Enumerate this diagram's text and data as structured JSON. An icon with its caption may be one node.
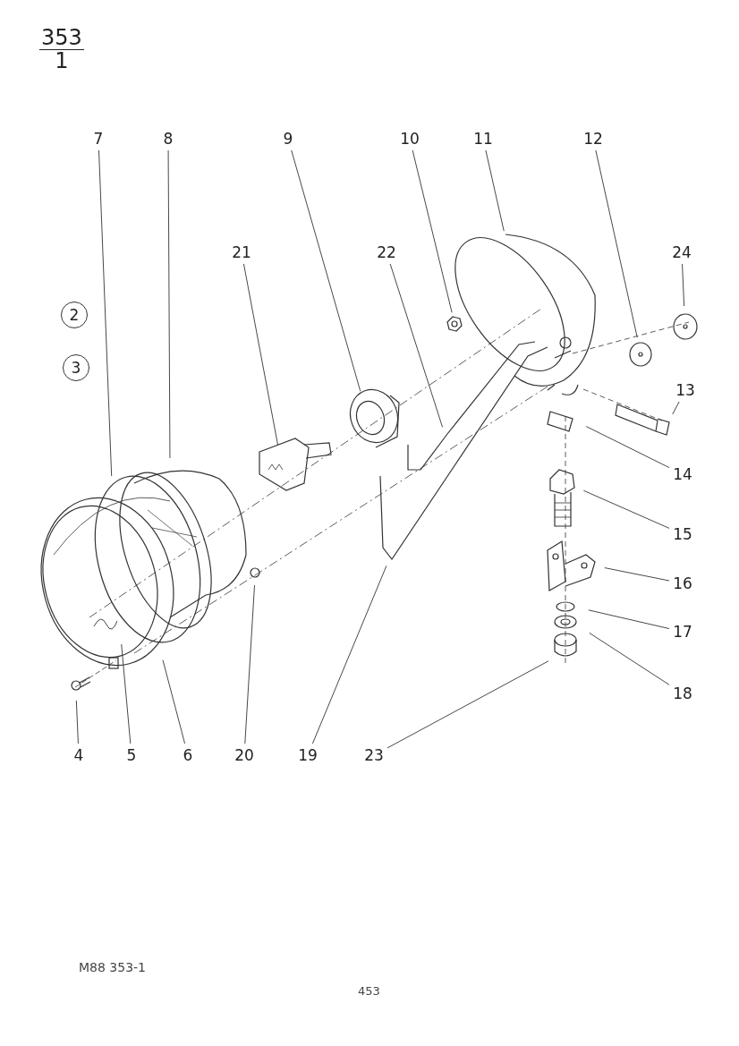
{
  "diagram": {
    "nodes": [
      {
        "text": [
          "7"
        ]
      },
      {
        "text": [
          "8"
        ]
      },
      {
        "text": [
          "9"
        ]
      },
      {
        "text": [
          "10"
        ]
      },
      {
        "text": [
          "11"
        ]
      },
      {
        "text": [
          "12"
        ]
      },
      {
        "text": [
          "21"
        ]
      },
      {
        "text": [
          "22"
        ]
      },
      {
        "text": [
          "24"
        ]
      },
      {
        "text": [
          "2"
        ]
      },
      {
        "text": [
          "3"
        ]
      },
      {
        "text": [
          "13"
        ]
      },
      {
        "text": [
          "14"
        ]
      },
      {
        "text": [
          "15"
        ]
      },
      {
        "text": [
          "16"
        ]
      },
      {
        "text": [
          "17"
        ]
      },
      {
        "text": [
          "18"
        ]
      },
      {
        "text": [
          "4"
        ]
      },
      {
        "text": [
          "5"
        ]
      },
      {
        "text": [
          "6"
        ]
      },
      {
        "text": [
          "20"
        ]
      },
      {
        "text": [
          "19"
        ]
      },
      {
        "text": [
          "23"
        ]
      }
    ],
    "edges": [
      {
        "from": 0,
        "to": null,
        "arrow": "none"
      },
      {
        "from": 1,
        "to": null,
        "arrow": "none"
      },
      {
        "from": 2,
        "to": null,
        "arrow": "none"
      },
      {
        "from": 3,
        "to": null,
        "arrow": "none"
      },
      {
        "from": 4,
        "to": null,
        "arrow": "none"
      },
      {
        "from": 5,
        "to": null,
        "arrow": "none"
      },
      {
        "from": 6,
        "to": null,
        "arrow": "none"
      },
      {
        "from": 7,
        "to": null,
        "arrow": "none"
      },
      {
        "from": 8,
        "to": null,
        "arrow": "none"
      },
      {
        "from": 11,
        "to": null,
        "arrow": "none"
      },
      {
        "from": 12,
        "to": null,
        "arrow": "none"
      },
      {
        "from": 13,
        "to": null,
        "arrow": "none"
      },
      {
        "from": 14,
        "to": null,
        "arrow": "none"
      },
      {
        "from": 15,
        "to": null,
        "arrow": "none"
      },
      {
        "from": 16,
        "to": null,
        "arrow": "none"
      },
      {
        "from": 17,
        "to": null,
        "arrow": "none"
      },
      {
        "from": 18,
        "to": null,
        "arrow": "none"
      },
      {
        "from": 19,
        "to": null,
        "arrow": "none"
      },
      {
        "from": 20,
        "to": null,
        "arrow": "none"
      },
      {
        "from": 21,
        "to": null,
        "arrow": "none"
      },
      {
        "from": 22,
        "to": null,
        "arrow": "none"
      }
    ],
    "labels": [
      "353",
      "1",
      "M88 353-1",
      "453"
    ]
  }
}
